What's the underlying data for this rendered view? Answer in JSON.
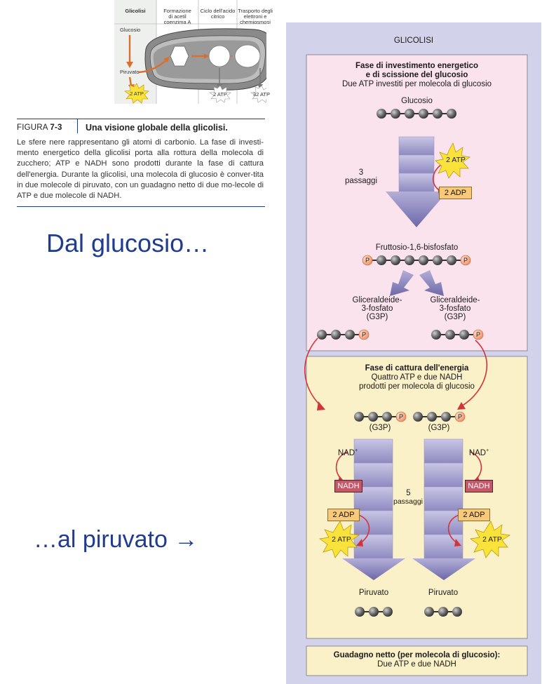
{
  "overview": {
    "columns": [
      "Glicolisi",
      "Formazione\ndi acetil\ncoenzima A",
      "Ciclo dell'acido\ncitrico",
      "Trasporto degli\nelettroni e\nchemiosmosi"
    ],
    "glucosio": "Glucosio",
    "piruvato": "Piruvato",
    "atp_glyco": "2 ATP",
    "atp_krebs": "2 ATP",
    "atp_chemi": "32 ATP"
  },
  "caption": {
    "figure_prefix": "FIGURA",
    "figure_number": "7-3",
    "title": "Una visione globale della glicolisi.",
    "body": "Le sfere nere rappresentano gli atomi di carbonio. La fase di investi-mento energetico della glicolisi porta alla rottura della molecola di zucchero; ATP e NADH sono prodotti durante la fase di cattura dell'energia. Durante la glicolisi, una molecola di glucosio è conver-tita in due molecole di piruvato, con un guadagno netto di due mo-lecole di ATP e due molecole di NADH."
  },
  "slide": {
    "from_glucose": "Dal glucosio…",
    "to_pyruvate": "…al piruvato →"
  },
  "panel": {
    "title": "GLICOLISI",
    "phase1_title_l1": "Fase di investimento energetico",
    "phase1_title_l2": "e di scissione del glucosio",
    "phase1_sub": "Due ATP investiti per molecola di glucosio",
    "glucosio": "Glucosio",
    "steps_n1": "3",
    "steps_l1": "passaggi",
    "atp_in": "2 ATP",
    "adp_out": "2 ADP",
    "fructose": "Fruttosio-1,6-bisfosfato",
    "g3p_l1": "Gliceraldeide-",
    "g3p_l2": "3-fosfato",
    "g3p_l3": "(G3P)",
    "phase2_title": "Fase di cattura dell'energia",
    "phase2_sub1": "Quattro ATP e due NADH",
    "phase2_sub2": "prodotti per molecola di glucosio",
    "g3p_short": "(G3P)",
    "nad": "NAD",
    "nad_sup": "+",
    "nadh": "NADH",
    "steps_n2": "5",
    "steps_l2": "passaggi",
    "adp2": "2 ADP",
    "atp2": "2 ATP",
    "piruvato": "Piruvato",
    "net_l1": "Guadagno netto (per molecola di glucosio):",
    "net_l2": "Due ATP e due NADH",
    "phosphate": "P"
  },
  "colors": {
    "panel_bg": "#d2d2ea",
    "phase1_bg": "#fbe3ee",
    "phase2_bg": "#fbf1c9",
    "accent_blue": "#1f3c8f",
    "atp_yellow": "#f9e23a",
    "adp_orange": "#f7c979",
    "nadh_red": "#c2586a",
    "phosphate": "#f3a582",
    "arrow_red": "#d3343a"
  }
}
